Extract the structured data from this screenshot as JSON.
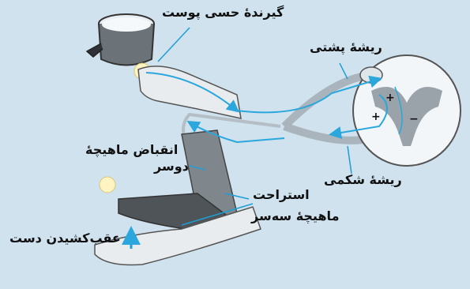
{
  "colors": {
    "background": "#cfe2ee",
    "pathway": "#2aa7dd",
    "label_pointer": "#1e9ed6",
    "nerve": "#a9b4bd",
    "spinal_gray": "#9aa3aa",
    "muscle": "#7f878c",
    "arm_dark": "#4e5458"
  },
  "labels": {
    "skin_receptor": "گیرندهٔ حسی پوست",
    "dorsal_root": "ریشهٔ پشتی",
    "ventral_root": "ریشهٔ شکمی",
    "biceps_contraction_line1": "انقباض ماهیچهٔ",
    "biceps_contraction_line2": "دوسر",
    "triceps_relaxation_line1": "استراحت",
    "triceps_relaxation_line2": "ماهیچهٔ سه‌سر",
    "hand_withdrawal": "عقب‌کشیدن دست"
  },
  "synapse_signs": {
    "excitatory": "+",
    "inhibitory": "−"
  }
}
